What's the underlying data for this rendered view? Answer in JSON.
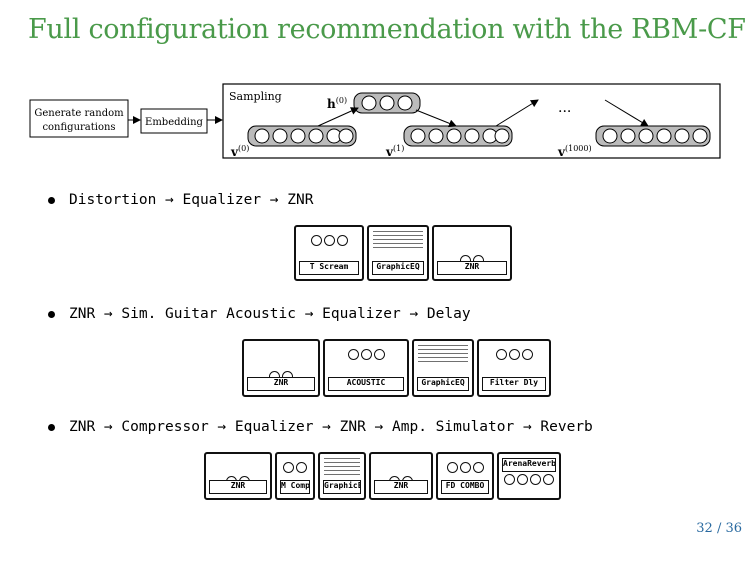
{
  "slide": {
    "title": "Full configuration recommendation with the RBM-CF",
    "page": "32 / 36"
  },
  "diagram": {
    "box_generate": [
      "Generate random",
      "configurations"
    ],
    "box_embedding": "Embedding",
    "sampling_label": "Sampling",
    "h0": "h",
    "h0_sup": "(0)",
    "v0": "v",
    "v0_sup": "(0)",
    "v1": "v",
    "v1_sup": "(1)",
    "v1000": "v",
    "v1000_sup": "(1000)",
    "ellipsis": "..."
  },
  "bullets": [
    {
      "text": "Distortion → Equalizer → ZNR",
      "pedals": [
        "T Scream",
        "GraphicEQ",
        "ZNR"
      ]
    },
    {
      "text": "ZNR → Sim.  Guitar Acoustic → Equalizer → Delay",
      "pedals": [
        "ZNR",
        "ACOUSTIC",
        "GraphicEQ",
        "Filter Dly"
      ]
    },
    {
      "text": "ZNR → Compressor → Equalizer → ZNR → Amp.  Simulator → Reverb",
      "pedals": [
        "ZNR",
        "M Comp",
        "GraphicEQ",
        "ZNR",
        "FD COMBO",
        "ArenaReverb"
      ]
    }
  ]
}
